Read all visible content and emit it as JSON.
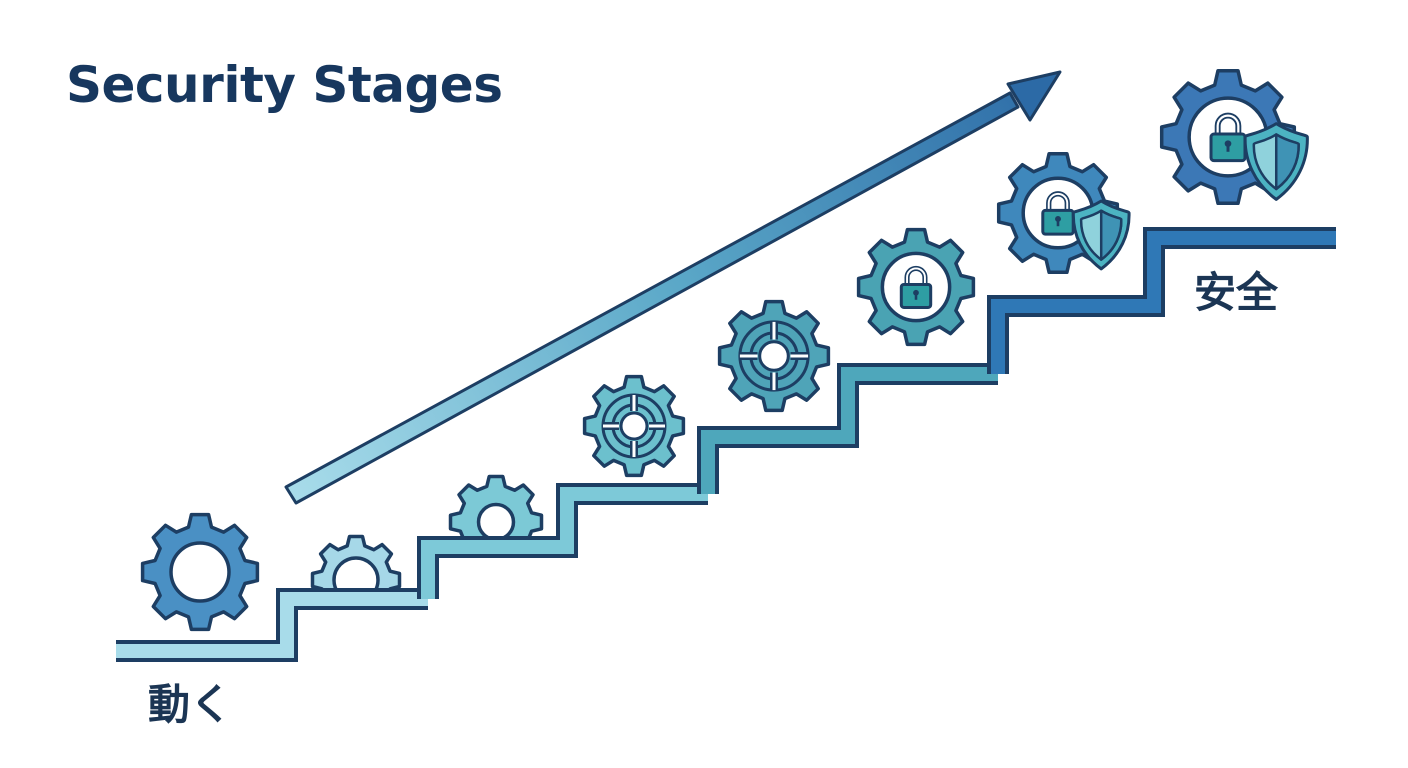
{
  "title": "Security Stages",
  "labels": {
    "start": "動く",
    "end": "安全"
  },
  "stages": [
    {
      "icon": "gear-icon",
      "color": "#4a90c4"
    },
    {
      "icon": "gear-icon",
      "color": "#a6d8e8"
    },
    {
      "icon": "gear-icon",
      "color": "#7cc9d6"
    },
    {
      "icon": "gear-target-icon",
      "color": "#6cc0cd"
    },
    {
      "icon": "gear-target-icon",
      "color": "#4fa4b8"
    },
    {
      "icon": "gear-lock-icon",
      "color": "#4aa3b3"
    },
    {
      "icon": "gear-lock-shield-icon",
      "color": "#3f88bc"
    },
    {
      "icon": "gear-lock-shield-icon",
      "color": "#3c78b6"
    }
  ],
  "colors": {
    "outline": "#1d3e63",
    "title": "#17375e",
    "arrow_start": "#a8dcea",
    "arrow_end": "#2c6aa6",
    "lock": "#2e9ea3",
    "shield": "#4cb3c2"
  }
}
